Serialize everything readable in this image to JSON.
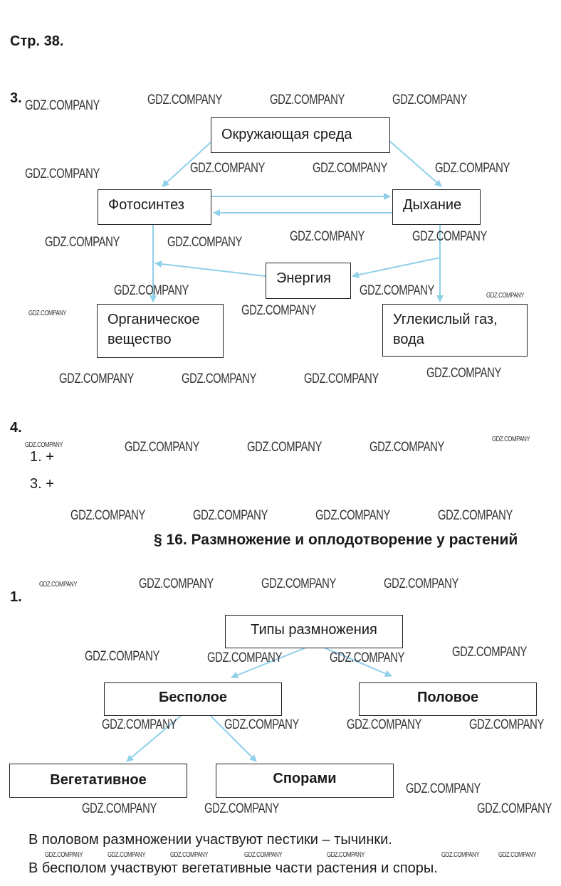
{
  "header": {
    "page_label": "Стр. 38."
  },
  "watermark": "GDZ.COMPANY",
  "task3": {
    "number": "3.",
    "boxes": {
      "environment": "Окружающая среда",
      "photosynthesis": "Фотосинтез",
      "respiration": "Дыхание",
      "energy": "Энергия",
      "organic": "Органическое вещество",
      "co2_water": "Углекислый газ, вода"
    }
  },
  "task4": {
    "number": "4.",
    "answers": [
      "1. +",
      "3. +"
    ]
  },
  "section": {
    "title": "§ 16. Размножение и оплодотворение у растений"
  },
  "task1": {
    "number": "1.",
    "boxes": {
      "root": "Типы размножения",
      "asexual": "Бесполое",
      "sexual": "Половое",
      "vegetative": "Вегетативное",
      "spores": "Спорами"
    },
    "lines": [
      "В половом размножении участвуют пестики – тычинки.",
      "В бесполом участвуют вегетативные части растения и споры."
    ]
  },
  "colors": {
    "arrow": "#8fd0ea",
    "text": "#1a1a1a"
  }
}
